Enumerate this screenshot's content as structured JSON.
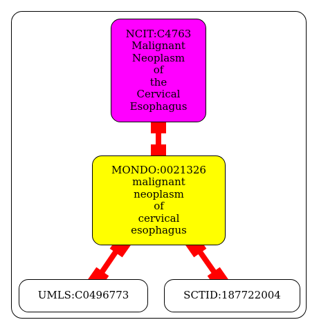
{
  "nodes": {
    "ncit": {
      "lines": [
        "NCIT:C4763",
        "Malignant",
        "Neoplasm",
        "of",
        "the",
        "Cervical",
        "Esophagus"
      ],
      "fill": "#ff00ff"
    },
    "mondo": {
      "lines": [
        "MONDO:0021326",
        "malignant",
        "neoplasm",
        "of",
        "cervical",
        "esophagus"
      ],
      "fill": "#ffff00"
    },
    "umls": {
      "lines": [
        "UMLS:C0496773"
      ],
      "fill": "#ffffff"
    },
    "sctid": {
      "lines": [
        "SCTID:187722004"
      ],
      "fill": "#ffffff"
    }
  },
  "edges": [
    {
      "from": "ncit",
      "to": "mondo",
      "color": "#ff0000"
    },
    {
      "from": "mondo",
      "to": "umls",
      "color": "#ff0000"
    },
    {
      "from": "mondo",
      "to": "sctid",
      "color": "#ff0000"
    }
  ]
}
